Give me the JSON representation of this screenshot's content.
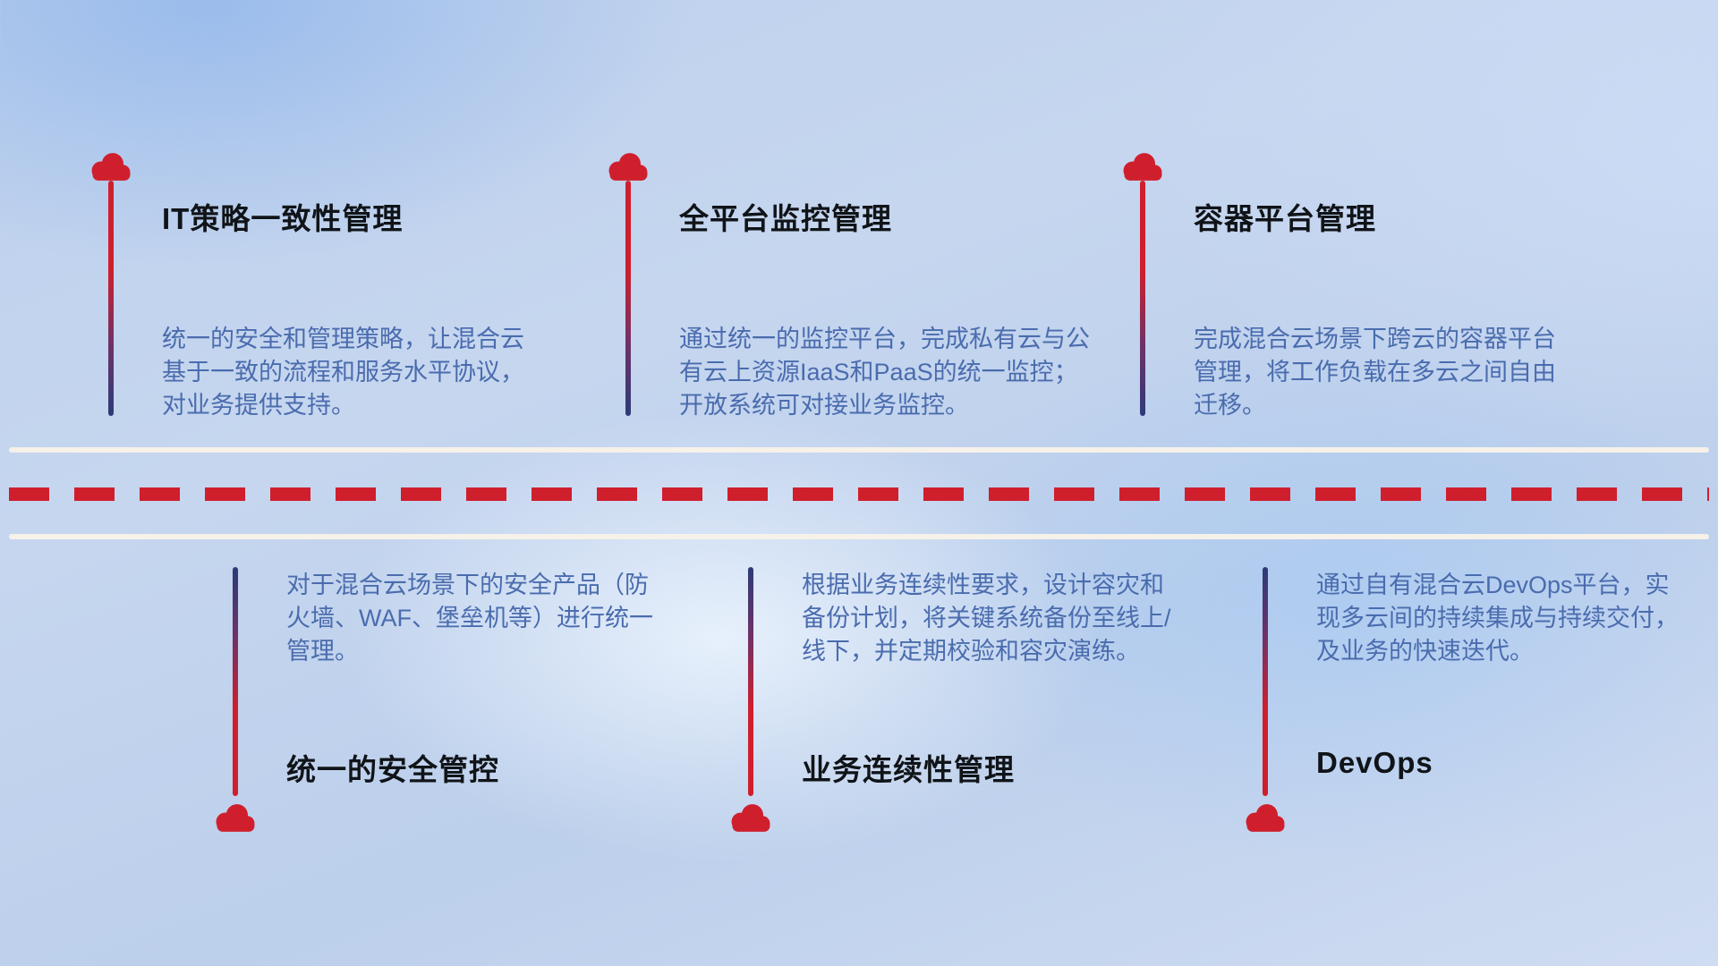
{
  "colors": {
    "accent_red": "#cf1f2d",
    "accent_navy": "#2c3b78",
    "title_color": "#101418",
    "desc_color": "#4a6cae",
    "road_white": "#f6f1e9"
  },
  "top_items": [
    {
      "title": "IT策略一致性管理",
      "desc": "统一的安全和管理策略，让混合云基于一致的流程和服务水平协议，对业务提供支持。"
    },
    {
      "title": "全平台监控管理",
      "desc": "通过统一的监控平台，完成私有云与公有云上资源IaaS和PaaS的统一监控；开放系统可对接业务监控。"
    },
    {
      "title": "容器平台管理",
      "desc": "完成混合云场景下跨云的容器平台管理，将工作负载在多云之间自由迁移。"
    }
  ],
  "bottom_items": [
    {
      "title": "统一的安全管控",
      "desc": "对于混合云场景下的安全产品（防火墙、WAF、堡垒机等）进行统一管理。"
    },
    {
      "title": "业务连续性管理",
      "desc": "根据业务连续性要求，设计容灾和备份计划，将关键系统备份至线上/线下，并定期校验和容灾演练。"
    },
    {
      "title": "DevOps",
      "desc": "通过自有混合云DevOps平台，实现多云间的持续集成与持续交付，及业务的快速迭代。"
    }
  ]
}
